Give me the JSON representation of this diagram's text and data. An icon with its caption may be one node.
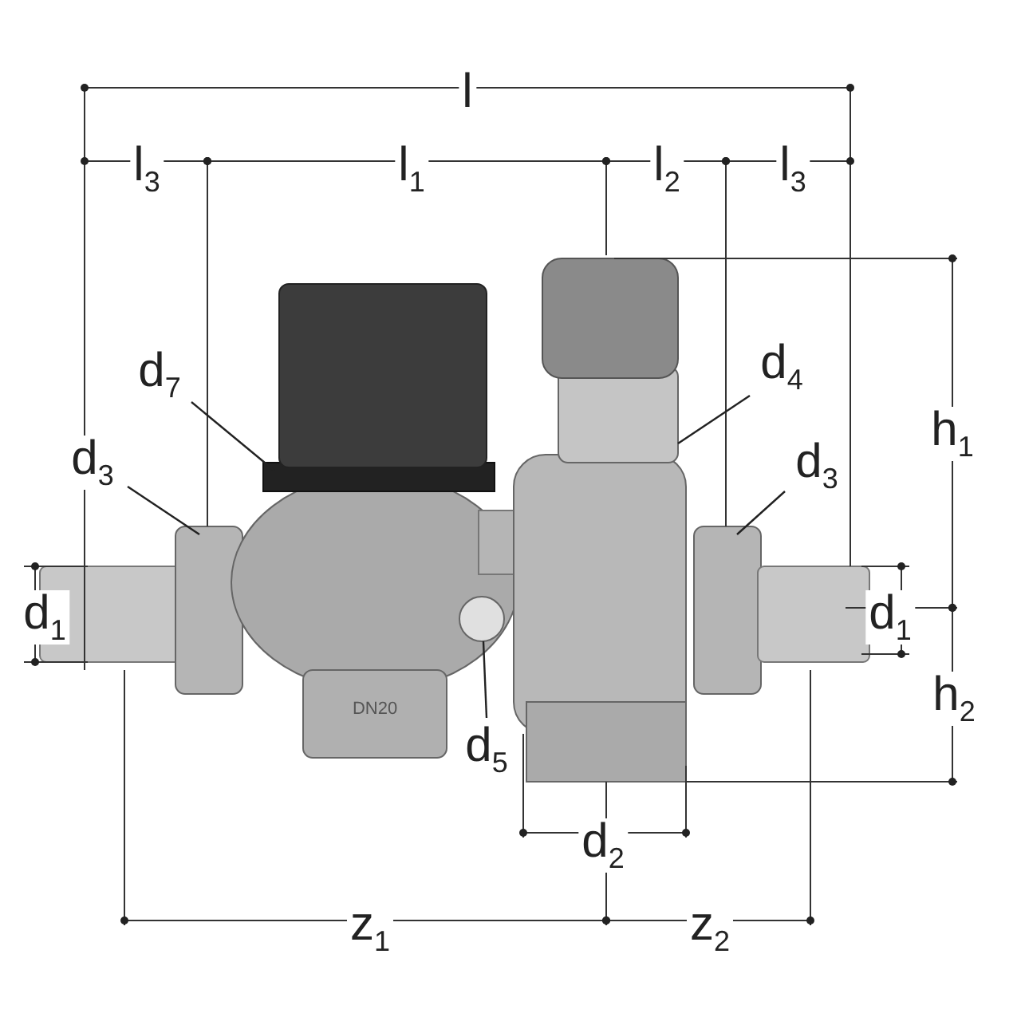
{
  "diagram": {
    "nodes": [
      {
        "text": [
          "d$_{7}$"
        ]
      },
      {
        "text": [
          "d$_{4}$"
        ]
      },
      {
        "text": [
          "d$_{3}$"
        ]
      },
      {
        "text": [
          "d$_{3}$"
        ]
      },
      {
        "text": [
          "d$_{5}$"
        ]
      }
    ],
    "edges": [
      {
        "from": 0,
        "to": null,
        "arrow": "none"
      },
      {
        "from": 1,
        "to": null,
        "arrow": "none"
      },
      {
        "from": 2,
        "to": null,
        "arrow": "none"
      },
      {
        "from": 3,
        "to": null,
        "arrow": "none"
      },
      {
        "from": 4,
        "to": null,
        "arrow": "none"
      }
    ],
    "labels": [
      "l",
      "l$_{3}$",
      "l$_{1}$",
      "l$_{2}$",
      "l$_{3}$",
      "h$_{1}$",
      "d$_{1}$",
      "d$_{1}$",
      "h$_{2}$",
      "DN20",
      "d$_{2}$",
      "z$_{1}$",
      "z$_{2}$"
    ]
  }
}
